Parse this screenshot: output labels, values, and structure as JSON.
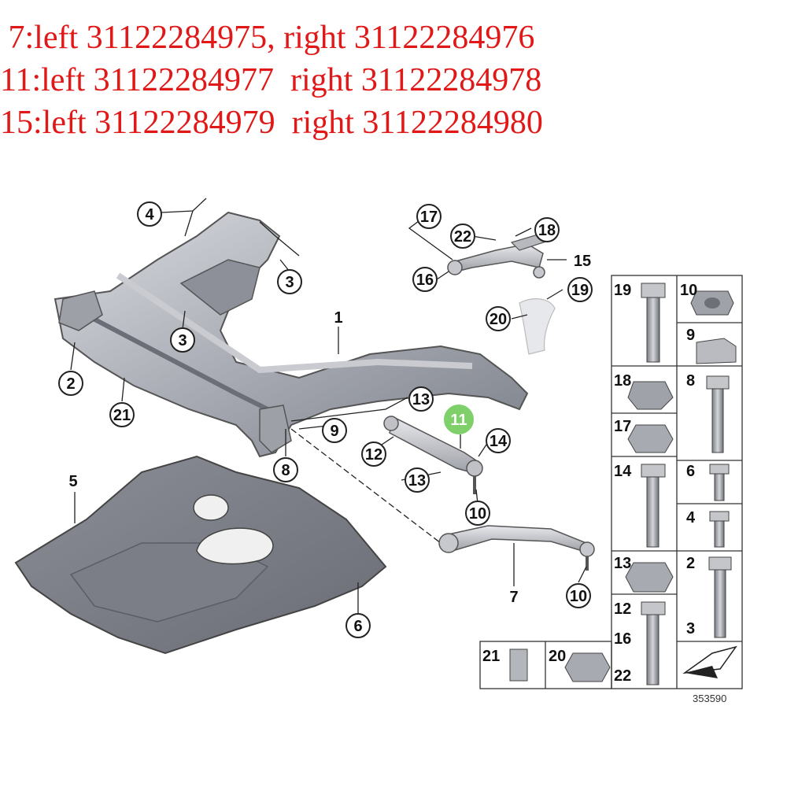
{
  "header": {
    "line1": " 7:left 31122284975, right 31122284976",
    "line2": "11:left 31122284977  right 31122284978",
    "line3": "15:left 31122284979  right 31122284980"
  },
  "callouts": {
    "c4": "4",
    "c3a": "3",
    "c3b": "3",
    "c2": "2",
    "c21": "21",
    "c8": "8",
    "c9": "9",
    "c12": "12",
    "c13a": "13",
    "c13b": "13",
    "c11": "11",
    "c14": "14",
    "c10a": "10",
    "c10b": "10",
    "c6": "6",
    "c17": "17",
    "c22": "22",
    "c18": "18",
    "c16": "16",
    "c19": "19",
    "c20": "20"
  },
  "labels": {
    "l1": "1",
    "l5": "5",
    "l7": "7",
    "l15": "15"
  },
  "parts_table": {
    "p19": "19",
    "p10": "10",
    "p9": "9",
    "p18": "18",
    "p8": "8",
    "p17": "17",
    "p14": "14",
    "p6": "6",
    "p4": "4",
    "p13": "13",
    "p2": "2",
    "p12": "12",
    "p16": "16",
    "p22": "22",
    "p3": "3",
    "p21": "21",
    "p20": "20"
  },
  "figure_number": "353590",
  "colors": {
    "header_text": "#e01818",
    "highlight": "#7fd06a"
  }
}
